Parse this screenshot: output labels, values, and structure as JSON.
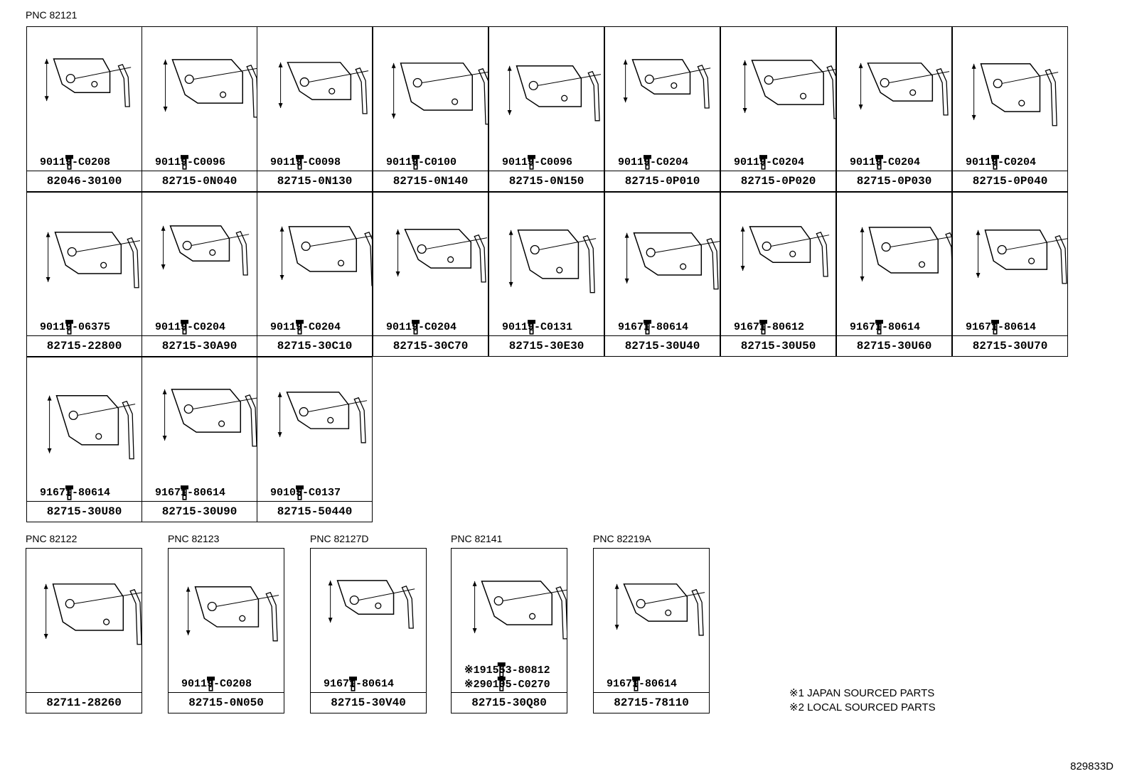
{
  "pnc_labels": [
    "PNC 82121",
    "PNC 82122",
    "PNC 82123",
    "PNC 82127D",
    "PNC 82141",
    "PNC 82219A"
  ],
  "parts": [
    {
      "partno": "82046-30100",
      "bolts": [
        "90119-C0208"
      ]
    },
    {
      "partno": "82715-0N040",
      "bolts": [
        "90119-C0096"
      ]
    },
    {
      "partno": "82715-0N130",
      "bolts": [
        "90119-C0098"
      ]
    },
    {
      "partno": "82715-0N140",
      "bolts": [
        "90119-C0100"
      ]
    },
    {
      "partno": "82715-0N150",
      "bolts": [
        "90119-C0096"
      ]
    },
    {
      "partno": "82715-0P010",
      "bolts": [
        "90119-C0204"
      ]
    },
    {
      "partno": "82715-0P020",
      "bolts": [
        "90119-C0204"
      ]
    },
    {
      "partno": "82715-0P030",
      "bolts": [
        "90119-C0204"
      ]
    },
    {
      "partno": "82715-0P040",
      "bolts": [
        "90119-C0204"
      ]
    },
    {
      "partno": "82715-22800",
      "bolts": [
        "90119-06375"
      ]
    },
    {
      "partno": "82715-30A90",
      "bolts": [
        "90119-C0204"
      ]
    },
    {
      "partno": "82715-30C10",
      "bolts": [
        "90119-C0204"
      ]
    },
    {
      "partno": "82715-30C70",
      "bolts": [
        "90119-C0204"
      ]
    },
    {
      "partno": "82715-30E30",
      "bolts": [
        "90119-C0131"
      ]
    },
    {
      "partno": "82715-30U40",
      "bolts": [
        "91671-80614"
      ]
    },
    {
      "partno": "82715-30U50",
      "bolts": [
        "91671-80612"
      ]
    },
    {
      "partno": "82715-30U60",
      "bolts": [
        "91671-80614"
      ]
    },
    {
      "partno": "82715-30U70",
      "bolts": [
        "91671-80614"
      ]
    },
    {
      "partno": "82715-30U80",
      "bolts": [
        "91671-80614"
      ]
    },
    {
      "partno": "82715-30U90",
      "bolts": [
        "91671-80614"
      ]
    },
    {
      "partno": "82715-50440",
      "bolts": [
        "90105-C0137"
      ]
    },
    {
      "partno": "82711-28260",
      "bolts": []
    },
    {
      "partno": "82715-0N050",
      "bolts": [
        "90119-C0208"
      ]
    },
    {
      "partno": "82715-30V40",
      "bolts": [
        "91671-80614"
      ]
    },
    {
      "partno": "82715-30Q80",
      "bolts": [
        "※191553-80812",
        "※290105-C0270"
      ]
    },
    {
      "partno": "82715-78110",
      "bolts": [
        "91671-80614"
      ]
    }
  ],
  "notes": [
    "※1 JAPAN SOURCED PARTS",
    "※2 LOCAL SOURCED PARTS"
  ],
  "ref": "829833D"
}
